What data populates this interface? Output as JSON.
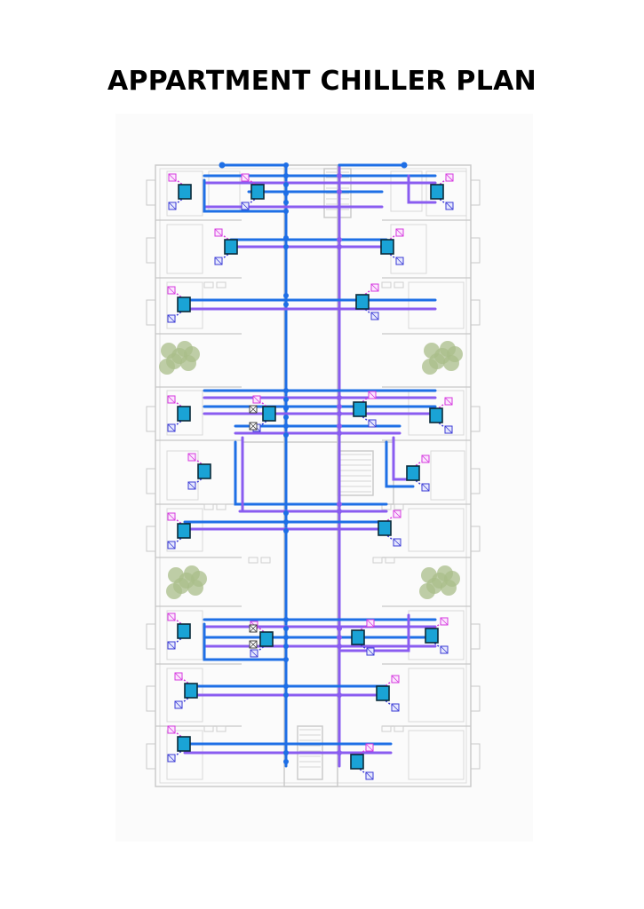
{
  "title": "APPARTMENT CHILLER PLAN",
  "colors": {
    "supply_pipe": "#1e6fe6",
    "return_pipe": "#8a5cf0",
    "fan_coil_unit": "#1aa3d6",
    "supply_diffuser": "#d63adf",
    "return_grille": "#3b3bd6",
    "wall": "#c8c8c8",
    "planter": "#a9bd8a"
  },
  "legend_symbols": [
    "fan-coil-unit",
    "supply-air-diffuser",
    "return-air-grille",
    "chilled-water-supply-pipe",
    "chilled-water-return-pipe",
    "landscape-planter"
  ]
}
